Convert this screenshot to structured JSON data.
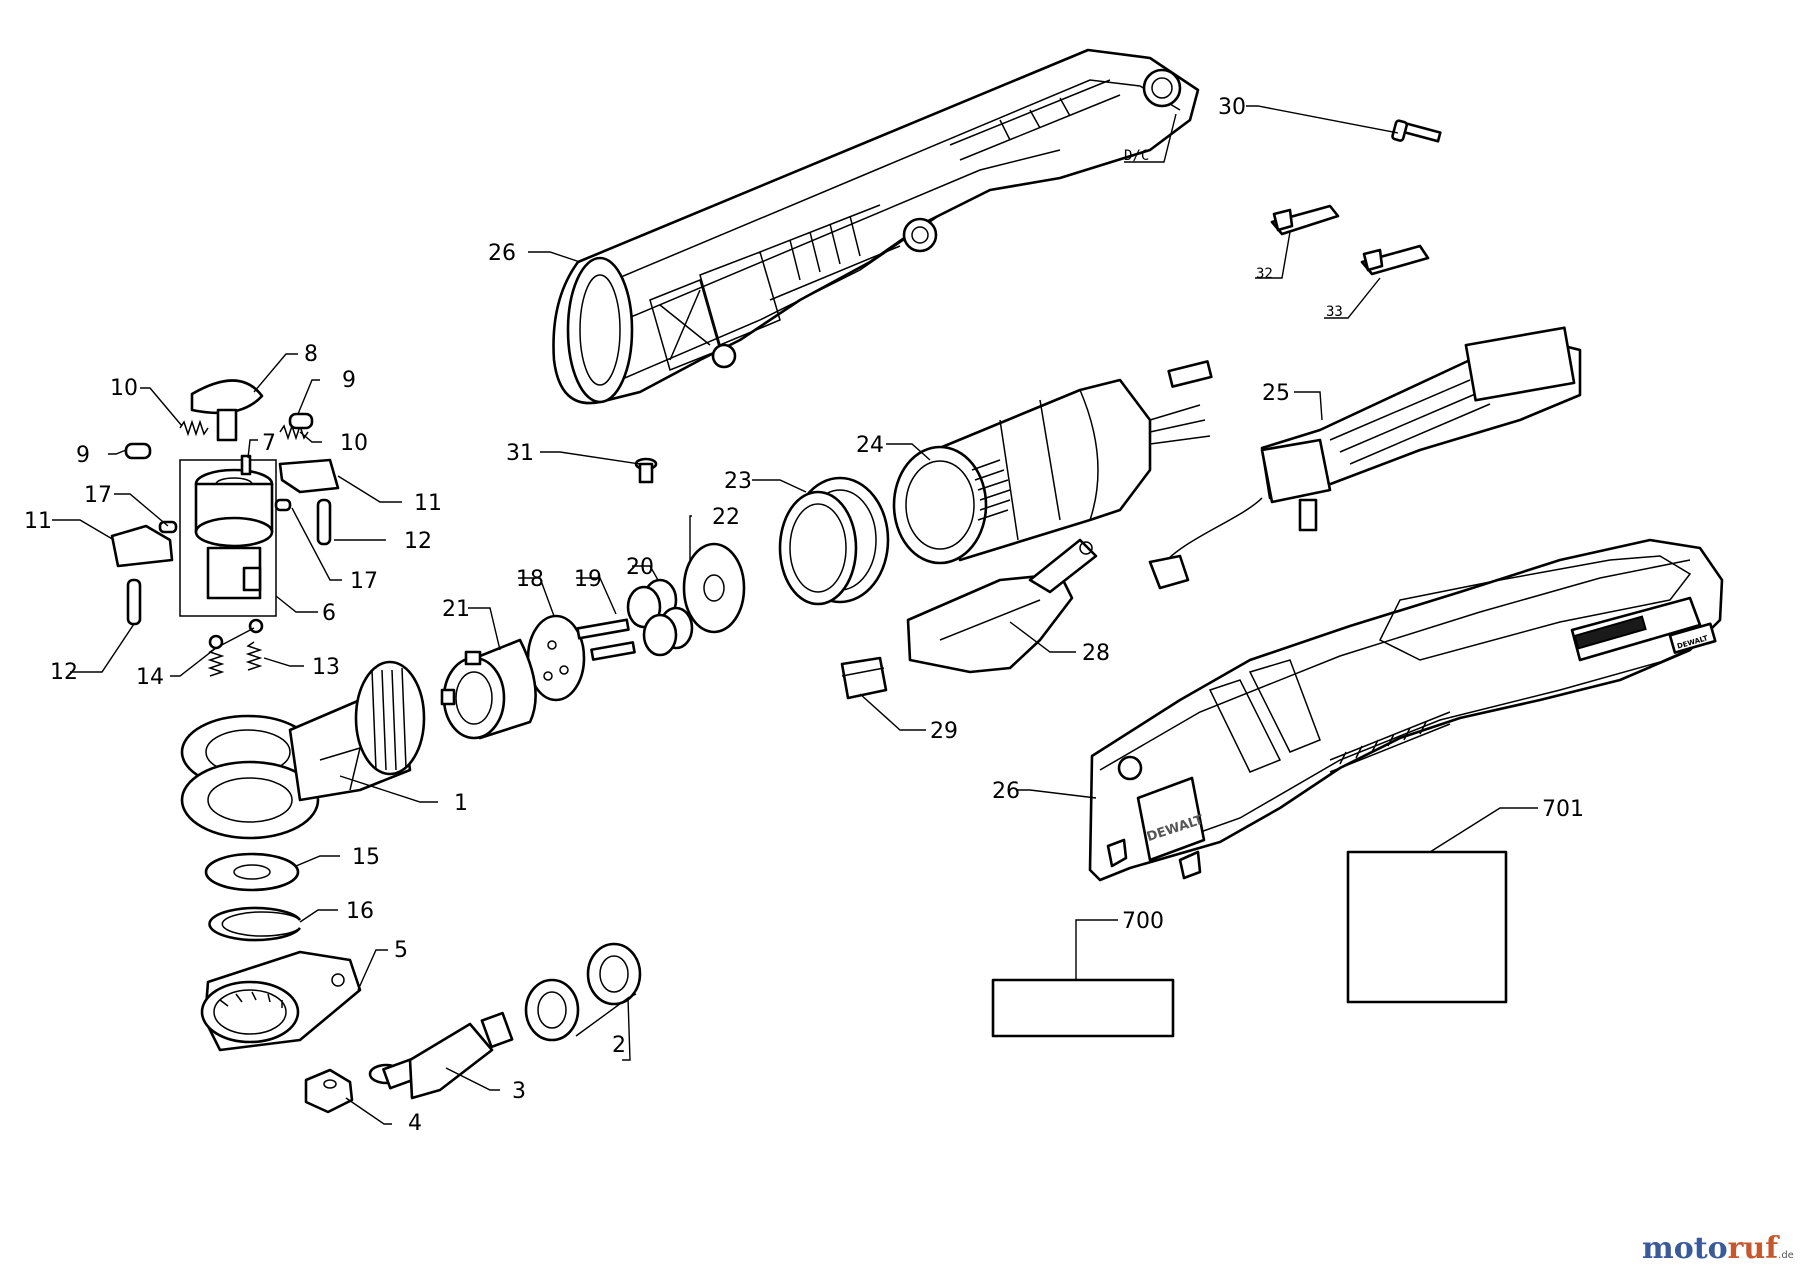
{
  "labels": {
    "p1": "1",
    "p2": "2",
    "p3": "3",
    "p4": "4",
    "p5": "5",
    "p6": "6",
    "p7": "7",
    "p8": "8",
    "p9a": "9",
    "p9b": "9",
    "p10a": "10",
    "p10b": "10",
    "p11a": "11",
    "p11b": "11",
    "p12a": "12",
    "p12b": "12",
    "p13": "13",
    "p14": "14",
    "p15": "15",
    "p16": "16",
    "p17a": "17",
    "p17b": "17",
    "p18": "18",
    "p19": "19",
    "p20": "20",
    "p21": "21",
    "p22": "22",
    "p23": "23",
    "p24": "24",
    "p25": "25",
    "p26a": "26",
    "p26b": "26",
    "p28": "28",
    "p29": "29",
    "p30": "30",
    "p31": "31",
    "p32": "32",
    "p33": "33",
    "p700": "700",
    "p701": "701",
    "dc": "D/C"
  },
  "housing_branding": {
    "brand": "DEWALT",
    "badge": "DEWALT"
  },
  "watermark": {
    "part1": "moto",
    "part2": "ruf",
    "suffix": ".de"
  }
}
